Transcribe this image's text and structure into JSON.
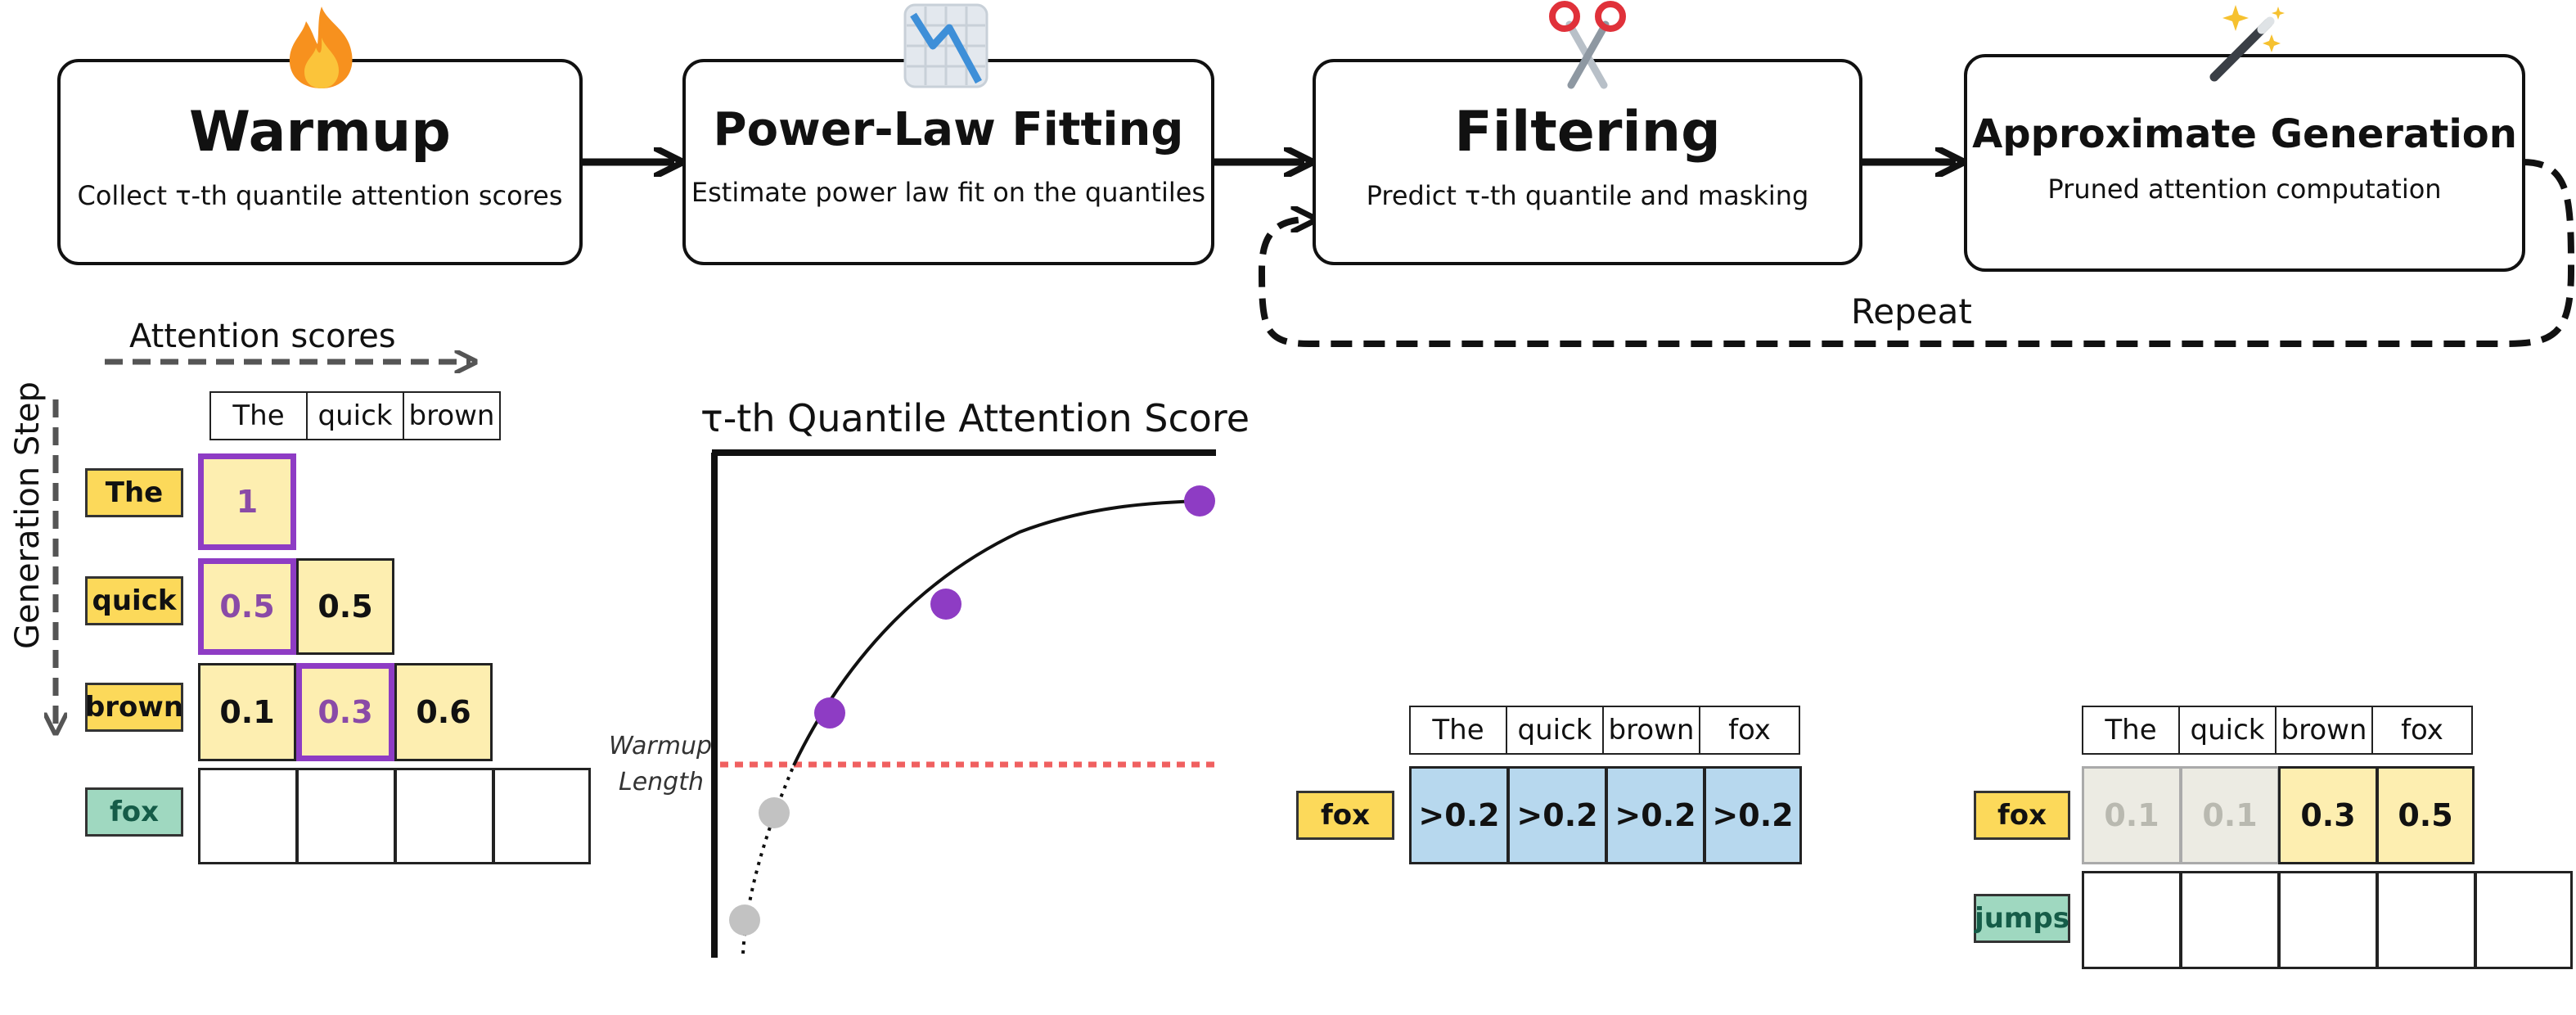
{
  "pipeline": {
    "warmup": {
      "title": "Warmup",
      "subtitle": "Collect τ-th quantile attention scores",
      "icon": "fire-icon"
    },
    "powerlaw": {
      "title": "Power-Law Fitting",
      "subtitle": "Estimate power law fit on the quantiles",
      "icon": "chart-decreasing-icon"
    },
    "filtering": {
      "title": "Filtering",
      "subtitle": "Predict τ-th quantile and masking",
      "icon": "scissors-icon"
    },
    "generation": {
      "title": "Approximate Generation",
      "subtitle": "Pruned attention computation",
      "icon": "magic-wand-icon"
    },
    "repeat_label": "Repeat"
  },
  "warmup_panel": {
    "x_axis_label": "Attention scores",
    "y_axis_label": "Generation Step",
    "columns": [
      "The",
      "quick",
      "brown"
    ],
    "rows": [
      {
        "token": "The",
        "values": [
          "1"
        ]
      },
      {
        "token": "quick",
        "values": [
          "0.5",
          "0.5"
        ]
      },
      {
        "token": "brown",
        "values": [
          "0.1",
          "0.3",
          "0.6"
        ]
      },
      {
        "token": "fox",
        "values": [
          "",
          "",
          "",
          ""
        ]
      }
    ]
  },
  "quantile_chart": {
    "title": "τ-th Quantile Attention Score",
    "warmup_label_line1": "Warmup",
    "warmup_label_line2": "Length"
  },
  "filter_panel": {
    "columns": [
      "The",
      "quick",
      "brown",
      "fox"
    ],
    "row_token": "fox",
    "values": [
      ">0.2",
      ">0.2",
      ">0.2",
      ">0.2"
    ]
  },
  "generation_panel": {
    "columns": [
      "The",
      "quick",
      "brown",
      "fox"
    ],
    "row_token": "fox",
    "values": [
      "0.1",
      "0.1",
      "0.3",
      "0.5"
    ],
    "next_token": "jumps"
  },
  "colors": {
    "highlight_purple": "#8e3cc4",
    "token_yellow": "#fcd95a",
    "token_green": "#9fd8c0",
    "cell_yellow": "#fdeeb0",
    "cell_blue": "#b7d8ee",
    "warmup_line_red": "#f06060"
  }
}
